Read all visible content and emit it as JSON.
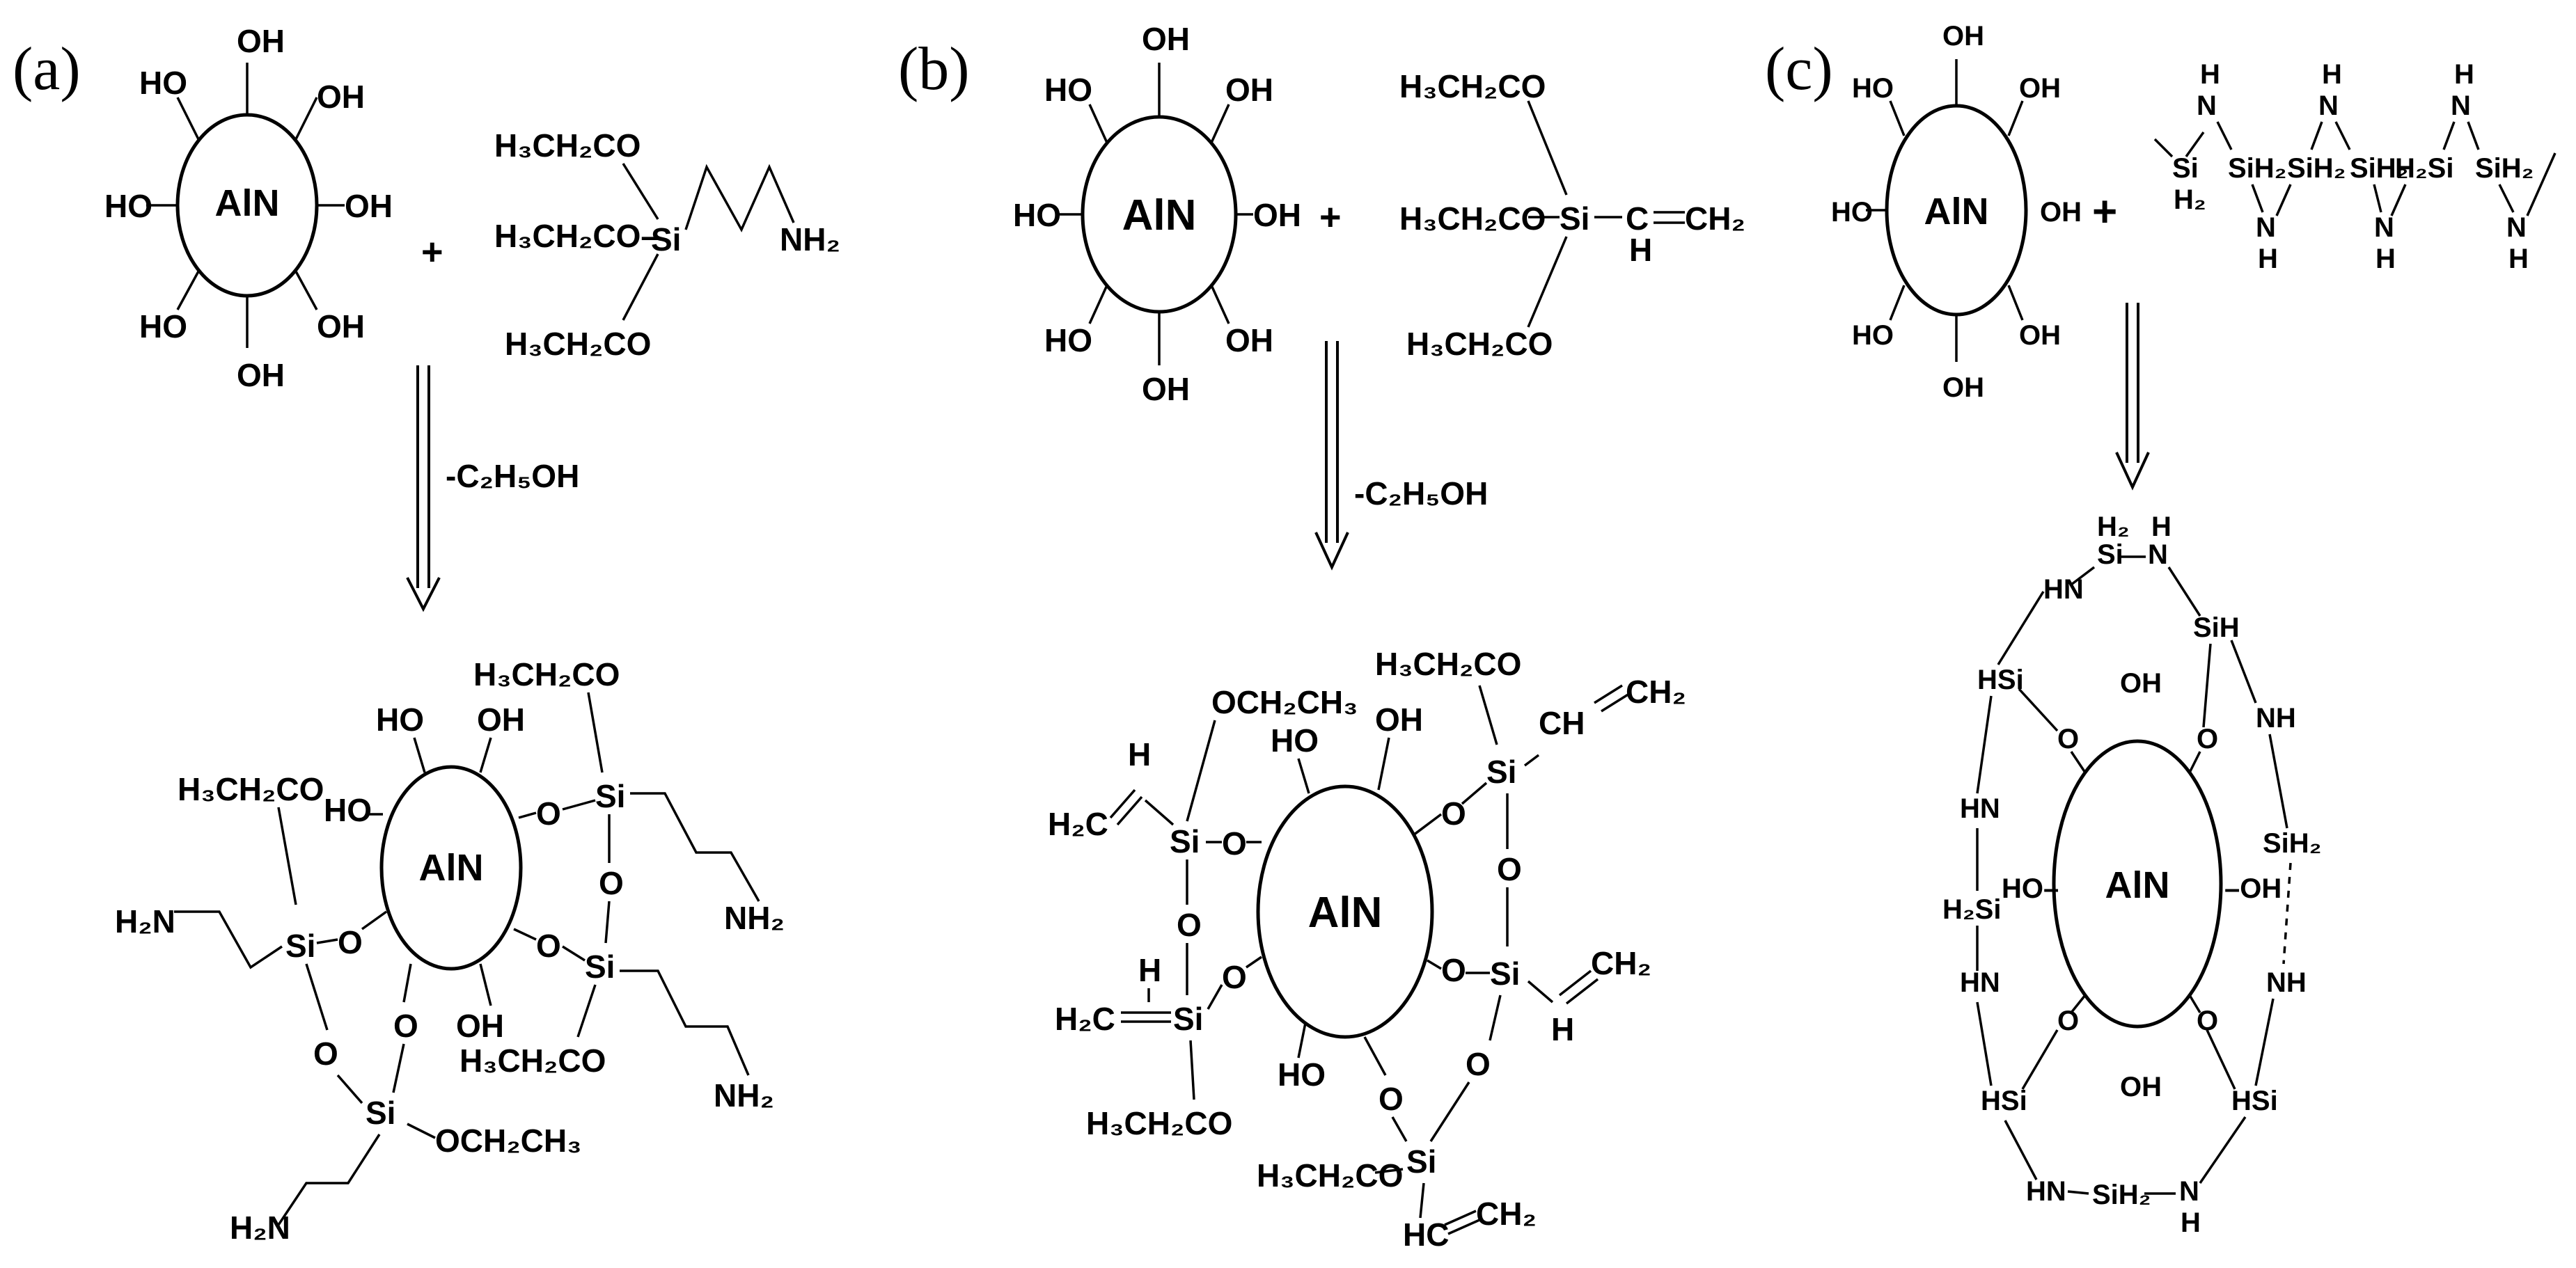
{
  "figure": {
    "panels": [
      {
        "id": "a",
        "label": "(a)",
        "reactant_core": "AlN",
        "hydroxyl": "OH",
        "hydroxyl_left": "HO",
        "plus": "+",
        "silane": {
          "si": "Si",
          "ethoxy": "H₃CH₂CO",
          "ethoxy_o": "H₃CH₂CO–",
          "amine": "NH₂"
        },
        "condition": "-C₂H₅OH",
        "product": {
          "core": "AlN",
          "o": "O",
          "si": "Si",
          "ethoxy": "H₃CH₂CO",
          "ethoxy_right": "OCH₂CH₃",
          "amine_right": "NH₂",
          "amine_left": "H₂N"
        }
      },
      {
        "id": "b",
        "label": "(b)",
        "reactant_core": "AlN",
        "hydroxyl": "OH",
        "hydroxyl_left": "HO",
        "plus": "+",
        "silane": {
          "si": "Si",
          "ethoxy": "H₃CH₂CO",
          "ethoxy_o": "H₃CH₂CO",
          "vinyl_c": "C",
          "vinyl_h": "H",
          "vinyl_ch2": "CH₂"
        },
        "condition": "-C₂H₅OH",
        "product": {
          "core": "AlN",
          "o": "O",
          "si": "Si",
          "ethoxy": "H₃CH₂CO",
          "ethoxy_alt": "OCH₂CH₃",
          "ch2": "CH₂",
          "h2c": "H₂C",
          "ch": "CH",
          "hc": "HC",
          "h": "H"
        }
      },
      {
        "id": "c",
        "label": "(c)",
        "reactant_core": "AlN",
        "hydroxyl": "OH",
        "hydroxyl_left": "HO",
        "plus": "+",
        "silazane": {
          "h": "H",
          "n": "N",
          "si": "Si",
          "h2": "H₂",
          "sih2": "SiH₂",
          "h2si": "H₂Si"
        },
        "product": {
          "core": "AlN",
          "o": "O",
          "oh": "OH",
          "hn": "HN",
          "nh": "NH",
          "sih": "SiH",
          "hsi": "HSi",
          "sih2": "SiH₂",
          "h2si": "H₂Si",
          "si": "Si",
          "h2": "H₂",
          "h": "H",
          "n": "N",
          "ho_bond": "HO–",
          "oh_bond": "–OH"
        }
      }
    ]
  }
}
